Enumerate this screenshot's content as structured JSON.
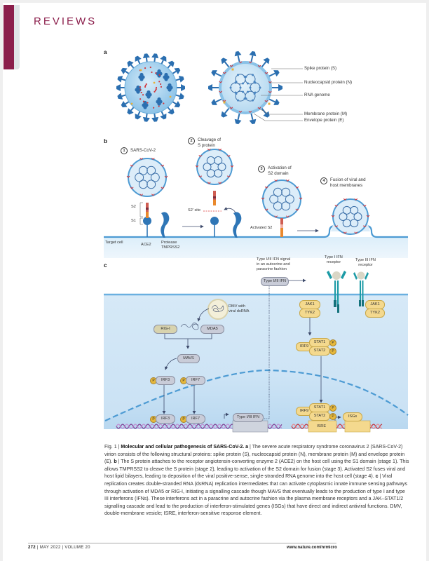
{
  "header": {
    "section_label": "REVIEWS",
    "accent_color": "#8b1e4b"
  },
  "figure": {
    "panel_a": {
      "letter": "a",
      "legend": [
        "Spike protein (S)",
        "Nucleocapsid protein (N)",
        "RNA genome",
        "Membrane protein (M)",
        "Envelope protein (E)"
      ]
    },
    "panel_b": {
      "letter": "b",
      "stages": [
        {
          "num": "1",
          "label": "SARS-CoV-2"
        },
        {
          "num": "2",
          "label": "Cleavage of\nS protein"
        },
        {
          "num": "3",
          "label": "Activation of\nS2 domain"
        },
        {
          "num": "4",
          "label": "Fusion of viral and\nhost membranes"
        }
      ],
      "labels": {
        "s2": "S2",
        "s1": "S1",
        "s2_site": "S2′ site",
        "activated_s2": "Activated S2",
        "target_cell": "Target cell",
        "ace2": "ACE2",
        "protease": "Protease",
        "tmprss2": "TMPRSS2"
      }
    },
    "panel_c": {
      "letter": "c",
      "ifn_signal_label": "Type I/III IFN signal\nin an autocrine and\nparacrine fashion",
      "type_i_iii_ifn": "Type I/III IFN",
      "type_i_receptor": "Type I IFN\nreceptor",
      "type_iii_receptor": "Type III IFN\nreceptor",
      "dmv_label": "DMV with\nviral dsRNA",
      "rig_i": "RIG-I",
      "mda5": "MDA5",
      "mavs": "MAVS",
      "irf3": "IRF3",
      "irf7": "IRF7",
      "p": "P",
      "jak1": "JAK1",
      "tyk2": "TYK2",
      "stat1": "STAT1",
      "stat2": "STAT2",
      "irf9": "IRF9",
      "isre": "ISRE",
      "isgs": "ISGs"
    }
  },
  "caption": {
    "fig_label": "Fig. 1 | ",
    "title": "Molecular and cellular pathogenesis of SARS-CoV-2.",
    "a_label": " a",
    "a_text": " | The severe acute respiratory syndrome coronavirus 2 (SARS-CoV-2) virion consists of the following structural proteins: spike protein (S), nucleocapsid protein (N), membrane protein (M) and envelope protein (E).",
    "b_label": " b",
    "b_text": " | The S protein attaches to the receptor angiotensin-converting enzyme 2 (ACE2) on the host cell using the S1 domain (stage 1). This allows TMPRSS2 to cleave the S protein (stage 2), leading to activation of the S2 domain for fusion (stage 3). Activated S2 fuses viral and host lipid bilayers, leading to deposition of the viral positive-sense, single-stranded RNA genome into the host cell (stage 4).",
    "c_label": " c",
    "c_text": " | Viral replication creates double-stranded RNA (dsRNA) replication intermediates that can activate cytoplasmic innate immune sensing pathways through activation of MDA5 or RIG-I, initiating a signalling cascade though MAVS that eventually leads to the production of type I and type III interferons (IFNs). These interferons act in a paracrine and autocrine fashion via the plasma membrane receptors and a JAK–STAT1/2 signalling cascade and lead to the production of interferon-stimulated genes (ISGs) that have direct and indirect antiviral functions. DMV, double-membrane vesicle; ISRE, interferon-sensitive response element."
  },
  "footer": {
    "page": "272",
    "issue": " | MAY 2022 | VOLUME 20",
    "url": "www.nature.com/nrmicro"
  }
}
